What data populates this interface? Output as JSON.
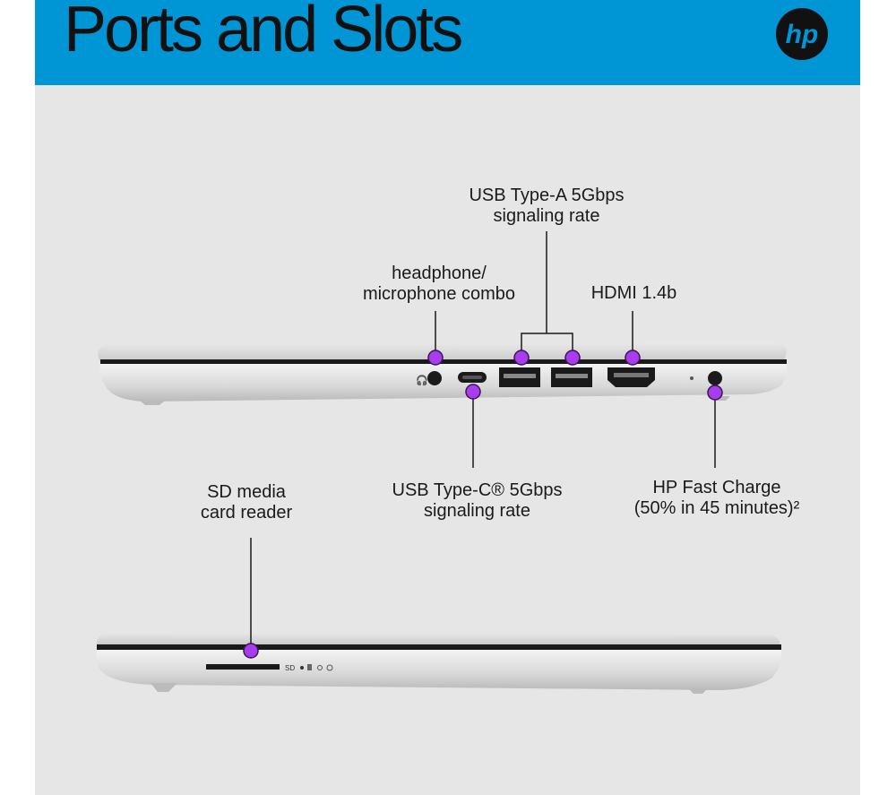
{
  "header": {
    "title": "Ports and Slots",
    "logo_text": "hp"
  },
  "colors": {
    "banner": "#0096d6",
    "panel": "#e6e6e6",
    "marker": "#a83df0"
  },
  "callouts": {
    "usb_a": {
      "line1": "USB Type-A 5Gbps",
      "line2": "signaling rate"
    },
    "headphone": {
      "line1": "headphone/",
      "line2": "microphone combo"
    },
    "hdmi": {
      "line1": "HDMI 1.4b"
    },
    "sd": {
      "line1": "SD media",
      "line2": "card reader"
    },
    "usb_c": {
      "line1": "USB Type-C® 5Gbps",
      "line2": "signaling rate"
    },
    "charge": {
      "line1": "HP Fast Charge",
      "line2": "(50% in 45 minutes)²"
    }
  },
  "port_markings": {
    "sd_label": "SD"
  }
}
